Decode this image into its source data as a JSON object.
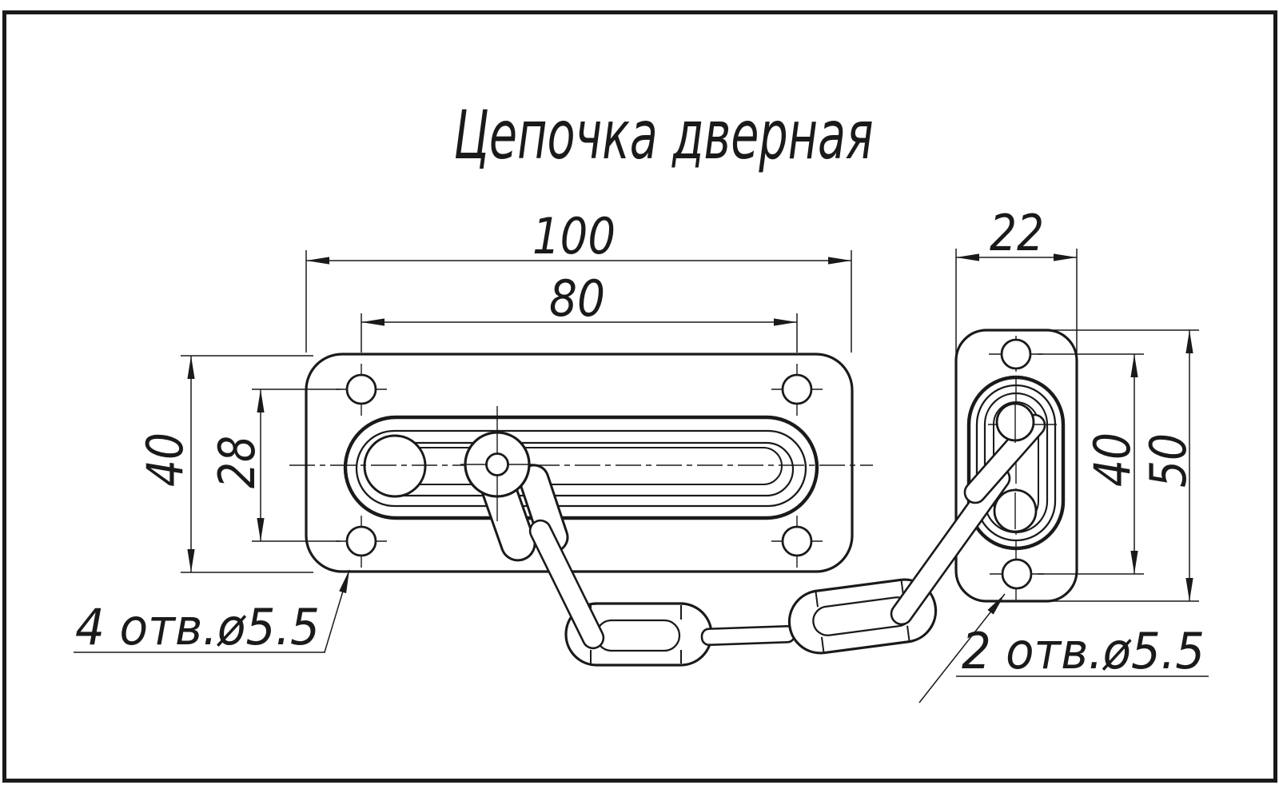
{
  "title": "Цепочка дверная",
  "drawing": {
    "dim_plate_width": "100",
    "dim_hole_spacing_x": "80",
    "dim_right_plate_width": "22",
    "dim_plate_height": "40",
    "dim_hole_spacing_y": "28",
    "dim_right_hole_spacing": "40",
    "dim_right_plate_height": "50",
    "callout_left": "4 отв.ø5.5",
    "callout_right": "2 отв.ø5.5"
  },
  "colors": {
    "ink": "#1a1a1a",
    "paper": "#ffffff"
  }
}
